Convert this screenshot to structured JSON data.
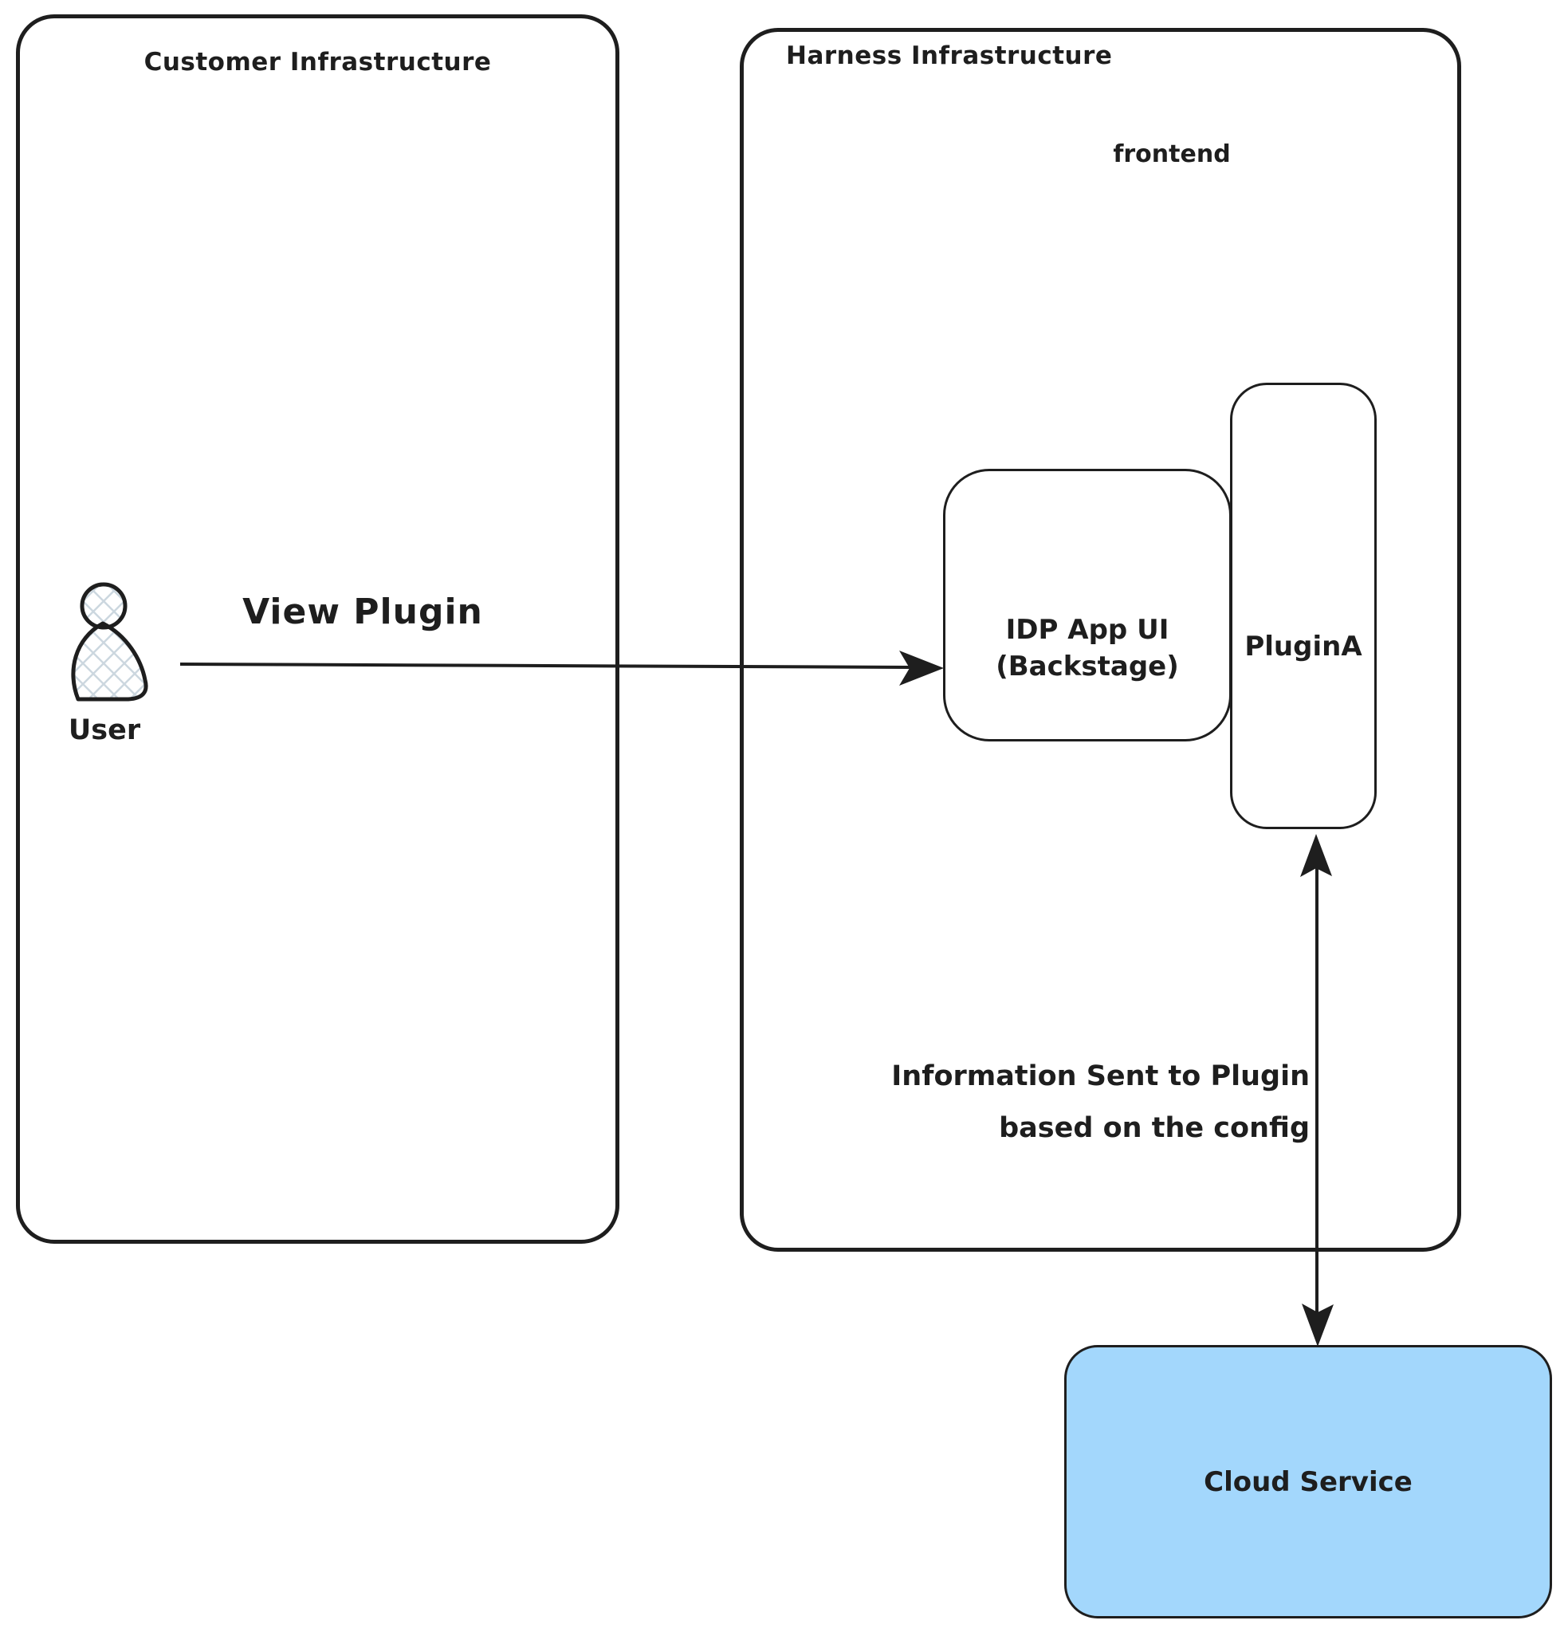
{
  "page": {
    "background": "#ffffff"
  },
  "colors": {
    "stroke": "#1e1e1e",
    "cloud_fill": "#a3d7fc",
    "user_hatch": "#ccd7df"
  },
  "containers": {
    "customer": {
      "title": "Customer Infrastructure"
    },
    "harness": {
      "title": "Harness Infrastructure",
      "frontend_label": "frontend"
    }
  },
  "nodes": {
    "idp": {
      "label_line1": "IDP App UI",
      "label_line2": "(Backstage)"
    },
    "plugina": {
      "label": "PluginA"
    },
    "cloud": {
      "label": "Cloud Service"
    },
    "user": {
      "label": "User",
      "icon": "person-icon"
    }
  },
  "arrows": {
    "user_to_idp": {
      "label": "View Plugin",
      "direction": "right"
    },
    "plugina_to_cloud": {
      "label_line1": "Information Sent to Plugin",
      "label_line2": "based on the config",
      "direction": "both"
    }
  }
}
